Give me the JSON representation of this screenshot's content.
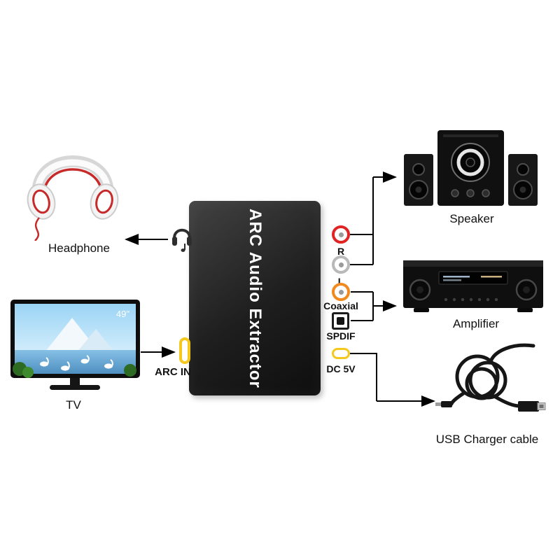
{
  "device": {
    "label": "ARC Audio Extractor"
  },
  "ports": {
    "arc_in": {
      "label": "ARC IN"
    },
    "rca_r": {
      "label": "R"
    },
    "rca_l": {
      "label": "L"
    },
    "coaxial": {
      "label": "Coaxial"
    },
    "spdif": {
      "label": "SPDIF"
    },
    "dc_5v": {
      "label": "DC 5V"
    }
  },
  "peripherals": {
    "headphone": {
      "label": "Headphone"
    },
    "tv": {
      "label": "TV",
      "badge": "49\""
    },
    "speaker": {
      "label": "Speaker"
    },
    "amplifier": {
      "label": "Amplifier"
    },
    "usb_cable": {
      "label": "USB Charger cable"
    }
  },
  "connections": [
    {
      "from": "ARC Audio Extractor",
      "to": "Headphone"
    },
    {
      "from": "TV",
      "to": "ARC IN"
    },
    {
      "from": "R / L",
      "to": "Speaker"
    },
    {
      "from": "Coaxial / SPDIF",
      "to": "Amplifier"
    },
    {
      "from": "DC 5V",
      "to": "USB Charger cable"
    }
  ],
  "colors": {
    "port_red": "#e02424",
    "port_white": "#b9b9b9",
    "port_orange": "#f2891e",
    "port_yellow": "#f5c81d",
    "arrow": "#000000",
    "device_dark": "#1b1b1b"
  }
}
